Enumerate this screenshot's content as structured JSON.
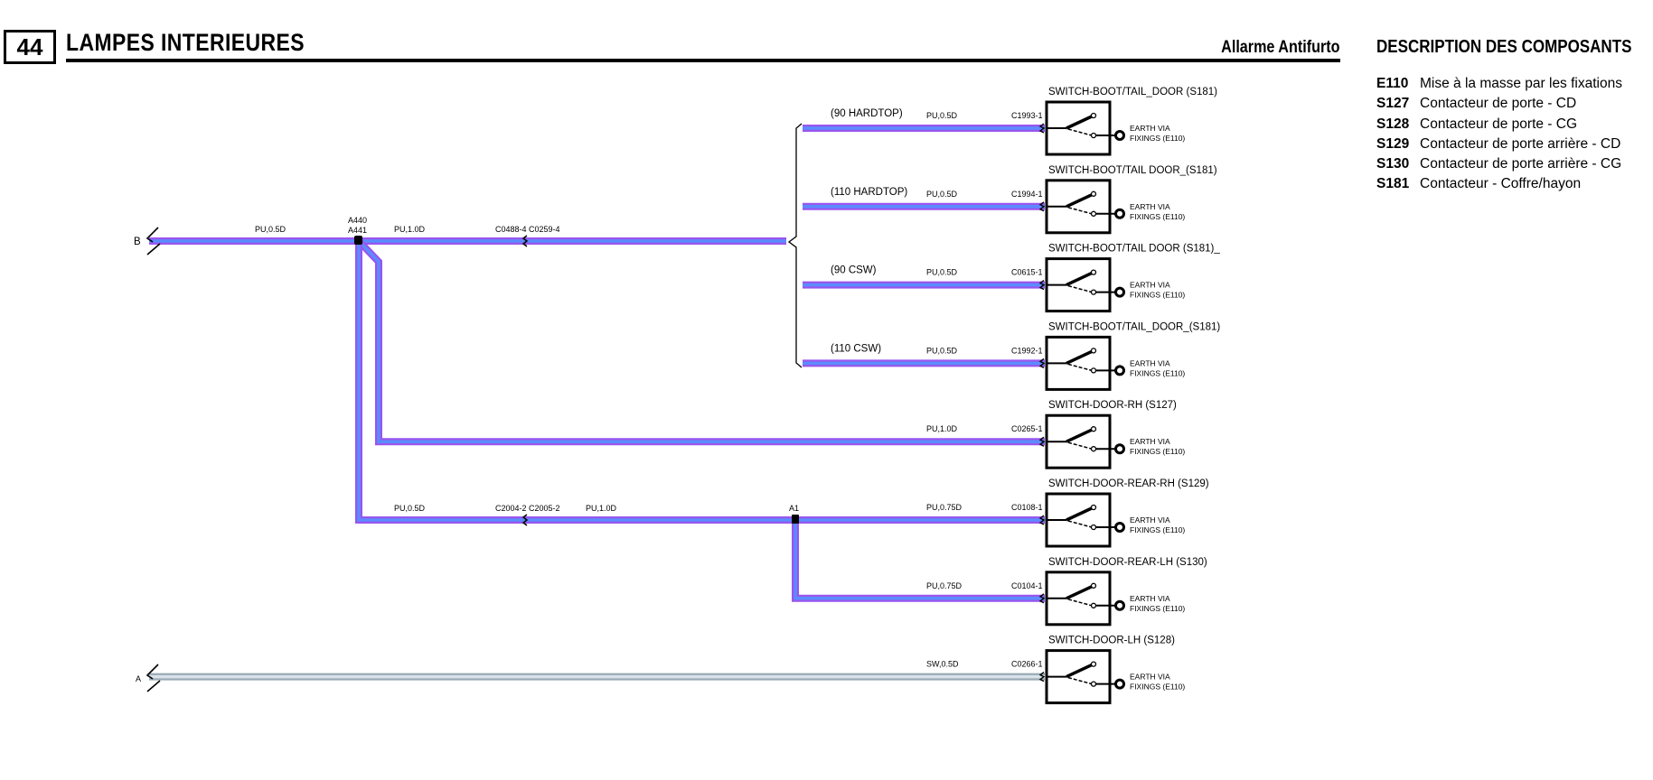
{
  "header": {
    "page_number": "44",
    "title": "LAMPES INTERIEURES",
    "subtitle": "Allarme Antifurto"
  },
  "description": {
    "heading": "DESCRIPTION DES COMPOSANTS",
    "items": [
      {
        "code": "E110",
        "text": "Mise à la masse par les fixations"
      },
      {
        "code": "S127",
        "text": "Contacteur de porte - CD"
      },
      {
        "code": "S128",
        "text": "Contacteur de porte - CG"
      },
      {
        "code": "S129",
        "text": "Contacteur de porte arrière - CD"
      },
      {
        "code": "S130",
        "text": "Contacteur de porte arrière - CG"
      },
      {
        "code": "S181",
        "text": "Contacteur - Coffre/hayon"
      }
    ]
  },
  "diagram": {
    "input_b": "B",
    "input_a": "A",
    "splice_main_1": "A440",
    "splice_main_2": "A441",
    "splice_a1": "A1",
    "wire_b_in": "PU,0.5D",
    "wire_b_out": "PU,1.0D",
    "connector_b": "C0488-4 C0259-4",
    "wire_lower_1": "PU,0.5D",
    "connector_lower": "C2004-2 C2005-2",
    "wire_lower_2": "PU,1.0D",
    "earth_line1": "EARTH VIA",
    "earth_line2": "FIXINGS (E110)",
    "switches": [
      {
        "name": "SWITCH-BOOT/TAIL_DOOR (S181)",
        "variant": "(90 HARDTOP)",
        "wire": "PU,0.5D",
        "connector": "C1993-1"
      },
      {
        "name": "SWITCH-BOOT/TAIL DOOR_(S181)",
        "variant": "(110 HARDTOP)",
        "wire": "PU,0.5D",
        "connector": "C1994-1"
      },
      {
        "name": "SWITCH-BOOT/TAIL DOOR (S181)_",
        "variant": "(90 CSW)",
        "wire": "PU,0.5D",
        "connector": "C0615-1"
      },
      {
        "name": "SWITCH-BOOT/TAIL_DOOR_(S181)",
        "variant": "(110 CSW)",
        "wire": "PU,0.5D",
        "connector": "C1992-1"
      },
      {
        "name": "SWITCH-DOOR-RH (S127)",
        "variant": "",
        "wire": "PU,1.0D",
        "connector": "C0265-1"
      },
      {
        "name": "SWITCH-DOOR-REAR-RH (S129)",
        "variant": "",
        "wire": "PU,0.75D",
        "connector": "C0108-1"
      },
      {
        "name": "SWITCH-DOOR-REAR-LH (S130)",
        "variant": "",
        "wire": "PU,0.75D",
        "connector": "C0104-1"
      },
      {
        "name": "SWITCH-DOOR-LH (S128)",
        "variant": "",
        "wire": "SW,0.5D",
        "connector": "C0266-1"
      }
    ],
    "colors": {
      "wire_pu_outer": "#9a55ee",
      "wire_pu_inner": "#5a8cff",
      "wire_sw_outer": "#9aaab4",
      "wire_sw_inner": "#d8e2ea"
    }
  }
}
